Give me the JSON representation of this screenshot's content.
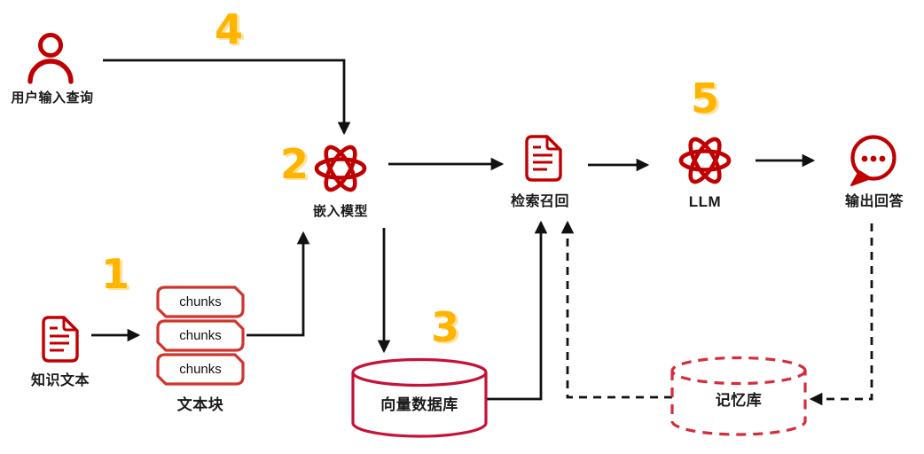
{
  "diagram": {
    "title_implicit": "RAG pipeline flow diagram",
    "steps": [
      {
        "number": "1"
      },
      {
        "number": "2"
      },
      {
        "number": "3"
      },
      {
        "number": "4"
      },
      {
        "number": "5"
      }
    ],
    "nodes": {
      "user": {
        "label": "用户输入查询",
        "icon": "person-icon"
      },
      "embedding": {
        "label": "嵌入模型",
        "icon": "atom-icon"
      },
      "retrieval": {
        "label": "检索召回",
        "icon": "document-icon"
      },
      "llm": {
        "label": "LLM",
        "icon": "atom-icon"
      },
      "output": {
        "label": "输出回答",
        "icon": "speech-bubble-icon"
      },
      "knowledge": {
        "label": "知识文本",
        "icon": "document-icon"
      },
      "chunks": {
        "label": "文本块",
        "items": [
          "chunks",
          "chunks",
          "chunks"
        ]
      },
      "vector_db": {
        "label": "向量数据库",
        "icon": "database-cylinder"
      },
      "memory": {
        "label": "记忆库",
        "icon": "database-cylinder-dashed"
      }
    },
    "edges": [
      {
        "from": "knowledge",
        "to": "chunks",
        "style": "solid"
      },
      {
        "from": "chunks",
        "to": "embedding",
        "style": "solid"
      },
      {
        "from": "user",
        "to": "embedding",
        "style": "solid"
      },
      {
        "from": "embedding",
        "to": "retrieval",
        "style": "solid"
      },
      {
        "from": "embedding",
        "to": "vector_db",
        "style": "solid"
      },
      {
        "from": "vector_db",
        "to": "retrieval",
        "style": "solid"
      },
      {
        "from": "retrieval",
        "to": "llm",
        "style": "solid"
      },
      {
        "from": "llm",
        "to": "output",
        "style": "solid"
      },
      {
        "from": "memory",
        "to": "retrieval",
        "style": "dashed"
      },
      {
        "from": "output",
        "to": "memory",
        "style": "dashed"
      }
    ],
    "colors": {
      "icon_red": "#C00000",
      "chunk_red": "#D0342C",
      "vector_db_red": "#C51238",
      "memory_red": "#D42D3A",
      "number_gold": "#FFB400",
      "number_highlight": "#FFE3A0",
      "line_black": "#111111",
      "text_black": "#1A1A1A"
    }
  }
}
